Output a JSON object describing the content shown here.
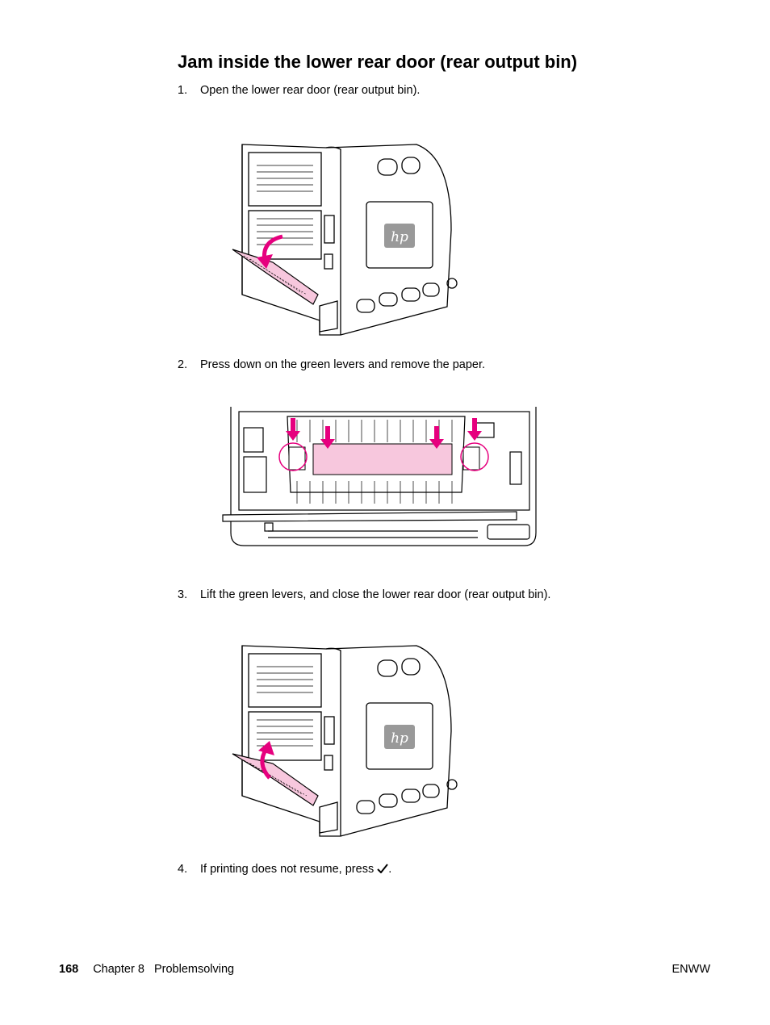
{
  "section": {
    "title": "Jam inside the lower rear door (rear output bin)"
  },
  "steps": [
    {
      "number": "1.",
      "text": "Open the lower rear door (rear output bin)."
    },
    {
      "number": "2.",
      "text": "Press down on the green levers and remove the paper."
    },
    {
      "number": "3.",
      "text": "Lift the green levers, and close the lower rear door (rear output bin)."
    },
    {
      "number": "4.",
      "text_before": "If printing does not resume, press",
      "text_after": "."
    }
  ],
  "figures": {
    "logo_text": "hp",
    "highlight_color": "#e6007e",
    "door_fill": "#f7c7dd"
  },
  "footer": {
    "page_number": "168",
    "chapter": "Chapter 8   Problemsolving",
    "right_label": "ENWW"
  }
}
